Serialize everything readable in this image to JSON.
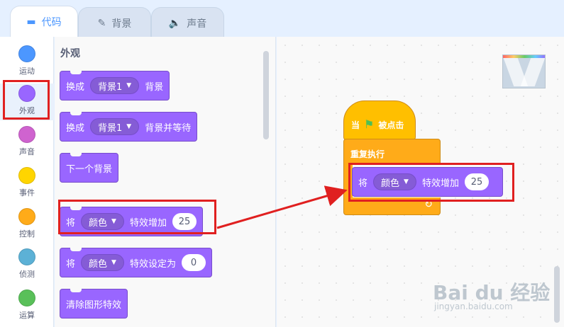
{
  "tabs": [
    {
      "label": "代码",
      "icon": "code-icon"
    },
    {
      "label": "背景",
      "icon": "brush-icon"
    },
    {
      "label": "声音",
      "icon": "speaker-icon"
    }
  ],
  "categories": [
    {
      "label": "运动",
      "color": "#4c97ff"
    },
    {
      "label": "外观",
      "color": "#9966ff"
    },
    {
      "label": "声音",
      "color": "#cf63cf"
    },
    {
      "label": "事件",
      "color": "#ffd500"
    },
    {
      "label": "控制",
      "color": "#ffab19"
    },
    {
      "label": "侦测",
      "color": "#5cb1d6"
    },
    {
      "label": "运算",
      "color": "#59c059"
    }
  ],
  "palette": {
    "title": "外观",
    "blocks": [
      {
        "prefix": "换成",
        "dropdown": "背景1",
        "suffix": "背景"
      },
      {
        "prefix": "换成",
        "dropdown": "背景1",
        "suffix": "背景并等待"
      },
      {
        "text": "下一个背景"
      },
      {
        "prefix": "将",
        "dropdown": "颜色",
        "suffix": "特效增加",
        "value": "25"
      },
      {
        "prefix": "将",
        "dropdown": "颜色",
        "suffix": "特效设定为",
        "value": "0"
      },
      {
        "text": "清除图形特效"
      }
    ]
  },
  "workspace": {
    "hat": {
      "prefix": "当",
      "suffix": "被点击"
    },
    "forever_label": "重复执行",
    "effect_block": {
      "prefix": "将",
      "dropdown": "颜色",
      "suffix": "特效增加",
      "value": "25"
    }
  },
  "watermark": {
    "main": "Bai du 经验",
    "sub": "jingyan.baidu.com"
  }
}
